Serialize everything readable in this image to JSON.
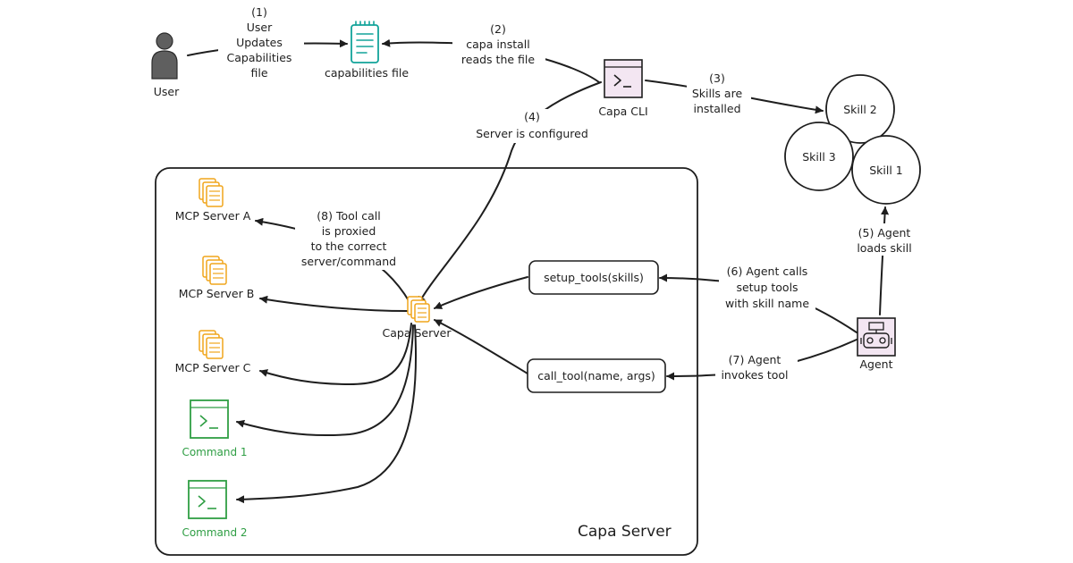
{
  "nodes": {
    "user": "User",
    "capabilities_file": "capabilities file",
    "capa_cli": "Capa CLI",
    "skills": [
      "Skill 2",
      "Skill 3",
      "Skill 1"
    ],
    "capa_server_container": "Capa Server",
    "capa_server_node": "Capa Server",
    "setup_tools": "setup_tools(skills)",
    "call_tool": "call_tool(name, args)",
    "agent": "Agent",
    "mcp_servers": [
      "MCP Server A",
      "MCP Server B",
      "MCP Server C"
    ],
    "commands": [
      "Command 1",
      "Command 2"
    ]
  },
  "edges": {
    "e1": [
      "(1)",
      "User",
      "Updates",
      "Capabilities",
      "file"
    ],
    "e2": [
      "(2)",
      "capa install",
      "reads the file"
    ],
    "e3": [
      "(3)",
      "Skills are",
      "installed"
    ],
    "e4": [
      "(4)",
      "Server is configured"
    ],
    "e5": [
      "(5) Agent",
      "loads skill"
    ],
    "e6": [
      "(6) Agent calls",
      "setup tools",
      "with skill name"
    ],
    "e7": [
      "(7) Agent",
      "invokes tool"
    ],
    "e8": [
      "(8) Tool call",
      "is proxied",
      "to the correct",
      "server/command"
    ]
  },
  "colors": {
    "ink": "#1e1e1e",
    "file_icon": "#12a39a",
    "terminal_fill": "#f3e6f2",
    "server_icon": "#f0a51c",
    "command_green": "#2f9e44"
  }
}
